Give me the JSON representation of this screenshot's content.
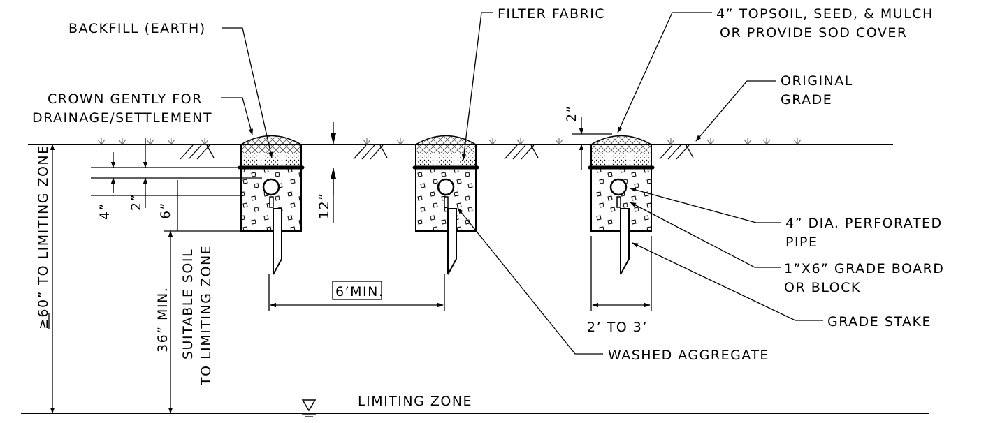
{
  "labels": {
    "backfill": "BACKFILL (EARTH)",
    "filter_fabric": "FILTER FABRIC",
    "topsoil_1": "4” TOPSOIL, SEED, & MULCH",
    "topsoil_2": "OR PROVIDE SOD COVER",
    "crown_1": "CROWN GENTLY FOR",
    "crown_2": "DRAINAGE/SETTLEMENT",
    "original_1": "ORIGINAL",
    "original_2": "GRADE",
    "pipe_1": "4” DIA. PERFORATED",
    "pipe_2": "PIPE",
    "board_1": "1”X6” GRADE BOARD",
    "board_2": "OR BLOCK",
    "stake": "GRADE STAKE",
    "aggregate": "WASHED AGGREGATE",
    "limiting_zone": "LIMITING ZONE",
    "spacing": "6’MIN.",
    "trench_width": "2’ TO 3’"
  },
  "dimensions": {
    "to_limiting_zone": "≥60” TO LIMITING ZONE",
    "suitable_1": "36” MIN.",
    "suitable_2": "SUITABLE SOIL",
    "suitable_3": "TO LIMITING ZONE",
    "dim_4": "4”",
    "dim_2_left": "2”",
    "dim_6": "6”",
    "dim_12": "12”",
    "dim_2_top": "2”"
  }
}
